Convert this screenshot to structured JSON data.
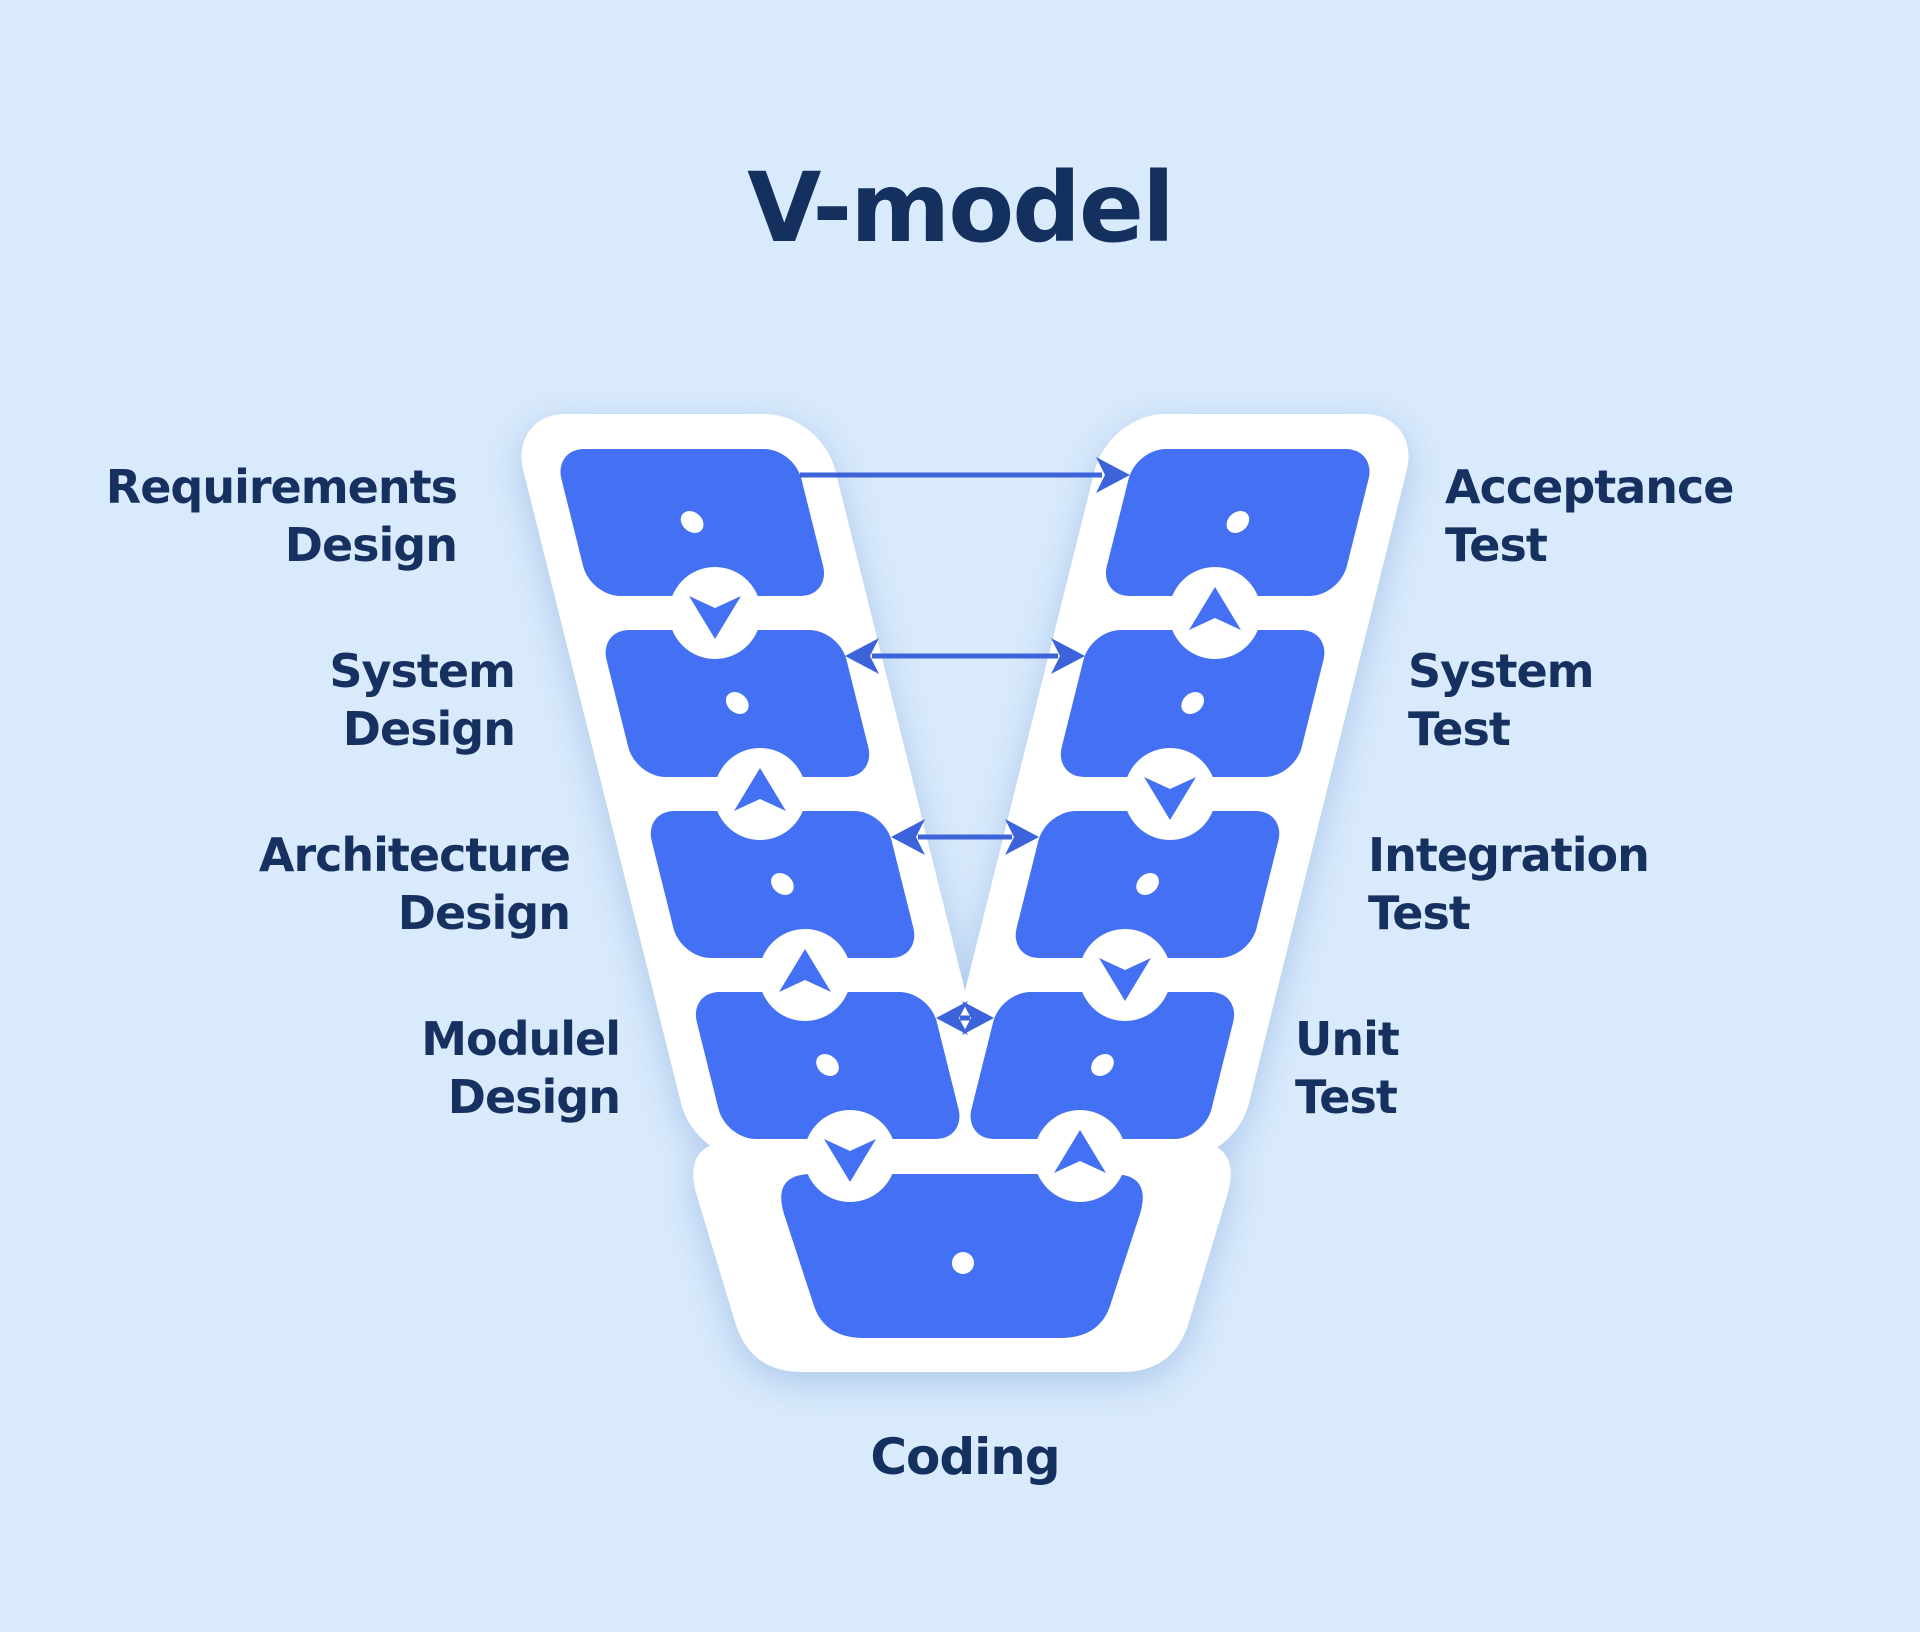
{
  "title": "V-model",
  "stages": {
    "left": [
      {
        "line1": "Requirements",
        "line2": "Design"
      },
      {
        "line1": "System",
        "line2": "Design"
      },
      {
        "line1": "Architecture",
        "line2": "Design"
      },
      {
        "line1": "Modulel",
        "line2": "Design"
      }
    ],
    "right": [
      {
        "line1": "Acceptance",
        "line2": "Test"
      },
      {
        "line1": "System",
        "line2": "Test"
      },
      {
        "line1": "Integration",
        "line2": "Test"
      },
      {
        "line1": "Unit",
        "line2": "Test"
      }
    ],
    "bottom": {
      "label": "Coding"
    }
  },
  "icons": {
    "junction_left": [
      "chevron-down-icon",
      "chevron-up-icon",
      "chevron-up-icon",
      "chevron-down-icon"
    ],
    "junction_right": [
      "chevron-up-icon",
      "chevron-down-icon",
      "chevron-down-icon",
      "chevron-up-icon"
    ],
    "connectors": [
      "arrow-right-icon",
      "arrow-both-icon",
      "arrow-both-icon",
      "arrow-both-icon"
    ]
  },
  "colors": {
    "background": "#d9eafc",
    "segment_blue": "#4470f3",
    "arrow_blue": "#3d63da",
    "white": "#ffffff",
    "text_navy": "#16315f"
  }
}
